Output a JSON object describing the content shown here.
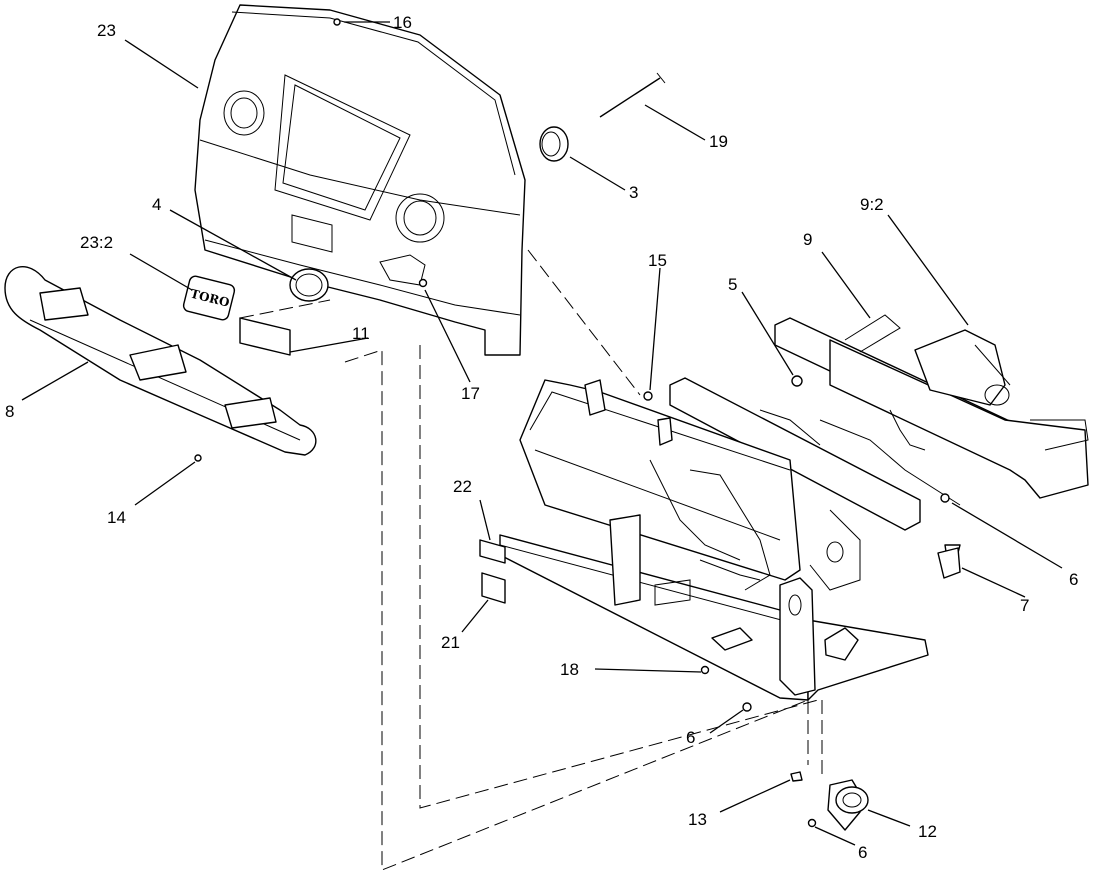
{
  "diagram": {
    "labels": {
      "l23": "23",
      "l16": "16",
      "l19": "19",
      "l3": "3",
      "l4": "4",
      "l23_2": "23:2",
      "l9_2": "9:2",
      "l9": "9",
      "l15": "15",
      "l5": "5",
      "l11": "11",
      "l17": "17",
      "l8": "8",
      "l14": "14",
      "l22": "22",
      "l6a": "6",
      "l7": "7",
      "l21": "21",
      "l18": "18",
      "l6b": "6",
      "l13": "13",
      "l12": "12",
      "l6c": "6"
    },
    "decal_text": "TORO"
  }
}
